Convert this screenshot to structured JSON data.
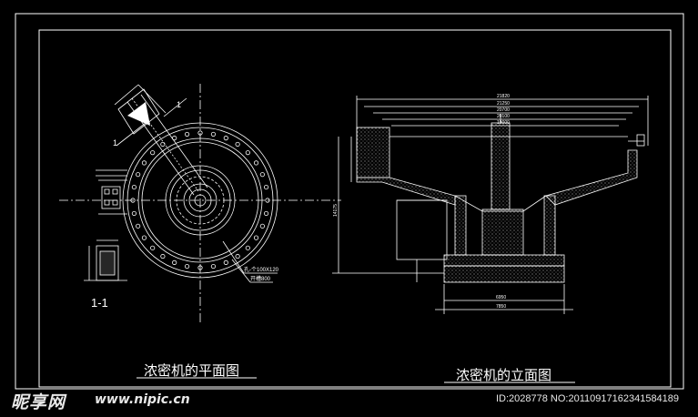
{
  "drawing": {
    "plan_title": "浓密机的平面图",
    "elevation_title": "浓密机的立面图",
    "section_label": "1-1",
    "section_marks": [
      "1",
      "1"
    ]
  },
  "plan_labels": {
    "opening_note": "孔-个100X120",
    "height_note": "开槽800"
  },
  "elevation_labels": {
    "top_dims": [
      "21820",
      "21250",
      "20700",
      "20100",
      "19000"
    ],
    "left_dim": "14175",
    "bottom_dims": [
      "6950",
      "7850"
    ]
  },
  "watermark": {
    "logo": "昵享网",
    "site": "www.nipic.cn",
    "id": "ID:2028778 NO:20110917162341584189"
  }
}
